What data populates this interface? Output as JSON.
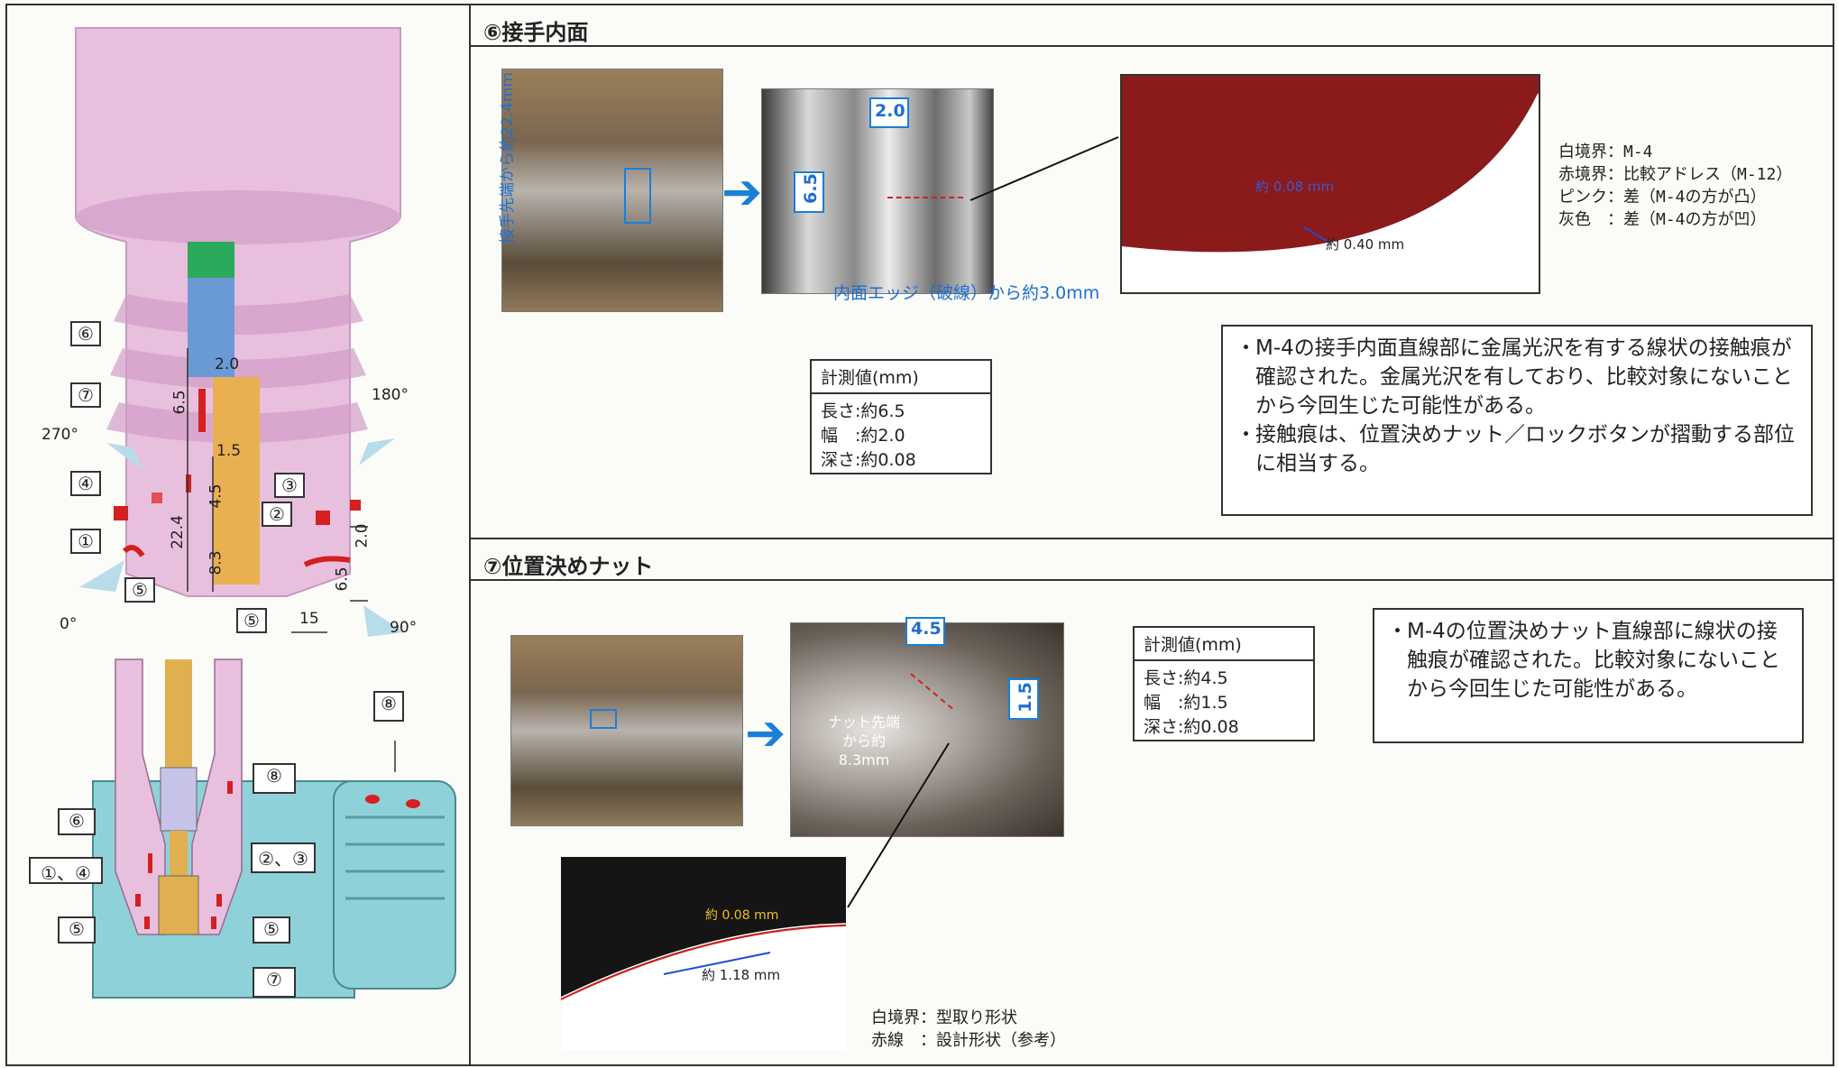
{
  "left_panel": {
    "callouts": {
      "c1": "①",
      "c2": "②",
      "c3": "③",
      "c4": "④",
      "c5a": "⑤",
      "c5b": "⑤",
      "c6": "⑥",
      "c7": "⑦",
      "c8": "⑧",
      "lower_c14": "①、④",
      "lower_c23": "②、③",
      "lower_c5a": "⑤",
      "lower_c5b": "⑤",
      "lower_c6": "⑥",
      "lower_c7": "⑦"
    },
    "angles": {
      "a0": "0°",
      "a90": "90°",
      "a180": "180°",
      "a270": "270°"
    },
    "dims": {
      "d20": "2.0",
      "d65": "6.5",
      "d15": "1.5",
      "d45": "4.5",
      "d224": "22.4",
      "d83": "8.3",
      "d20b": "2.0",
      "d65b": "6.5",
      "d15b": "15"
    }
  },
  "section6": {
    "title": "⑥接手内面",
    "photo_label_vertical": "接手先端から約22.4mm",
    "dim_top": "2.0",
    "dim_side": "6.5",
    "edge_caption": "内面エッジ（破線）から約3.0mm",
    "scan_dim1": "約 0.08 mm",
    "scan_dim2": "約 0.40 mm",
    "legend": [
      "白境界：M-4",
      "赤境界：比較アドレス（M-12）",
      "ピンク：差（M-4の方が凸）",
      "灰色　：差（M-4の方が凹）"
    ],
    "measure_title": "計測値(mm)",
    "measure_rows": [
      "長さ:約6.5",
      "幅　:約2.0",
      "深さ:約0.08"
    ],
    "notes": [
      "M-4の接手内面直線部に金属光沢を有する線状の接触痕が確認された。金属光沢を有しており、比較対象にないことから今回生じた可能性がある。",
      "接触痕は、位置決めナット／ロックボタンが摺動する部位に相当する。"
    ]
  },
  "section7": {
    "title": "⑦位置決めナット",
    "dim_top": "4.5",
    "dim_side": "1.5",
    "photo_caption": "ナット先端から約8.3mm",
    "scan_dim1": "約 0.08 mm",
    "scan_dim2": "約 1.18 mm",
    "legend": [
      "白境界：型取り形状",
      "赤線　：設計形状（参考）"
    ],
    "measure_title": "計測値(mm)",
    "measure_rows": [
      "長さ:約4.5",
      "幅　:約1.5",
      "深さ:約0.08"
    ],
    "notes": [
      "M-4の位置決めナット直線部に線状の接触痕が確認された。比較対象にないことから今回生じた可能性がある。"
    ]
  },
  "colors": {
    "pink": "#e8b8d8",
    "blue": "#1a7fd6",
    "red": "#d42020",
    "maroon": "#8b1a1a",
    "teal": "#8fd1d8",
    "gold": "#e0b050"
  }
}
